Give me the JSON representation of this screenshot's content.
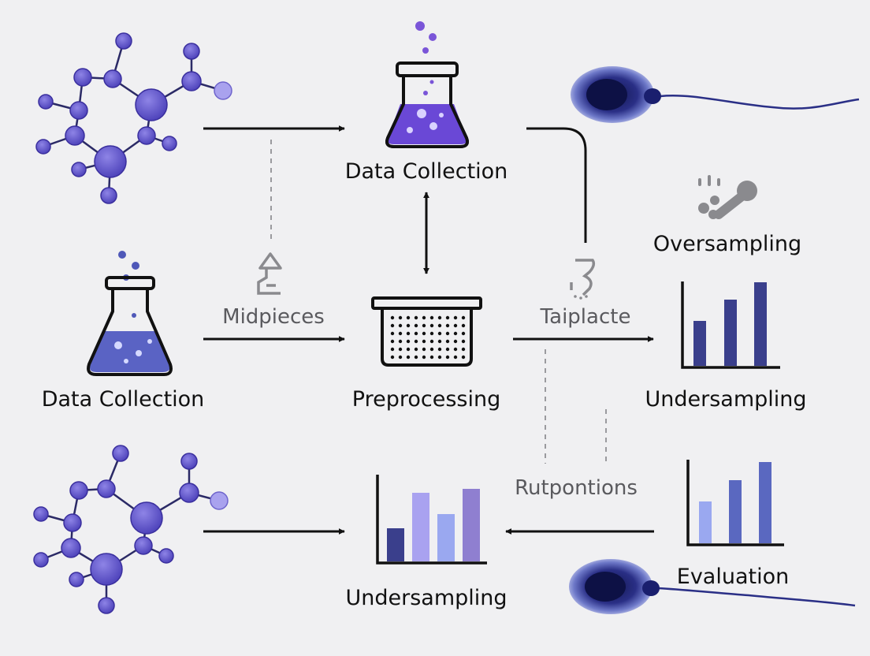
{
  "labels": {
    "data_collection_top": "Data Collection",
    "data_collection_left": "Data Collection",
    "preprocessing": "Preprocessing",
    "oversampling": "Oversampling",
    "undersampling_right": "Undersampling",
    "undersampling_bottom": "Undersampling",
    "evaluation": "Evaluation",
    "midpieces": "Midpieces",
    "taiplacte": "Taiplacte",
    "rutpontions": "Rutpontions"
  },
  "colors": {
    "background": "#f0f0f2",
    "molecule": "#5b4fc9",
    "molecule_light": "#8f86e0",
    "flask_liquid_top": "#6a48d6",
    "flask_liquid_left": "#5a63c4",
    "chart_navy": "#3a3f8c",
    "chart_lavender": "#a9a2f0",
    "chart_purple": "#8f7fd0",
    "chart_periwinkle": "#9aa8f0",
    "sperm_head": "#1d2270",
    "gray_icon": "#8a8a8e",
    "arrow": "#111111",
    "dashed": "#9a9a9e"
  },
  "icons": {
    "molecule_top_left": "molecule-icon",
    "molecule_bottom_left": "molecule-icon",
    "flask_top": "flask-icon",
    "flask_left": "flask-icon",
    "basket": "sieve-basket-icon",
    "sperm_top": "sperm-cell-icon",
    "sperm_bottom": "sperm-cell-icon",
    "oversampling": "particles-icon",
    "midpieces": "funnel-icon",
    "taiplacte": "shower-icon",
    "chart_right": "bar-chart-icon",
    "chart_bottom": "bar-chart-icon",
    "chart_evaluation": "bar-chart-icon"
  }
}
